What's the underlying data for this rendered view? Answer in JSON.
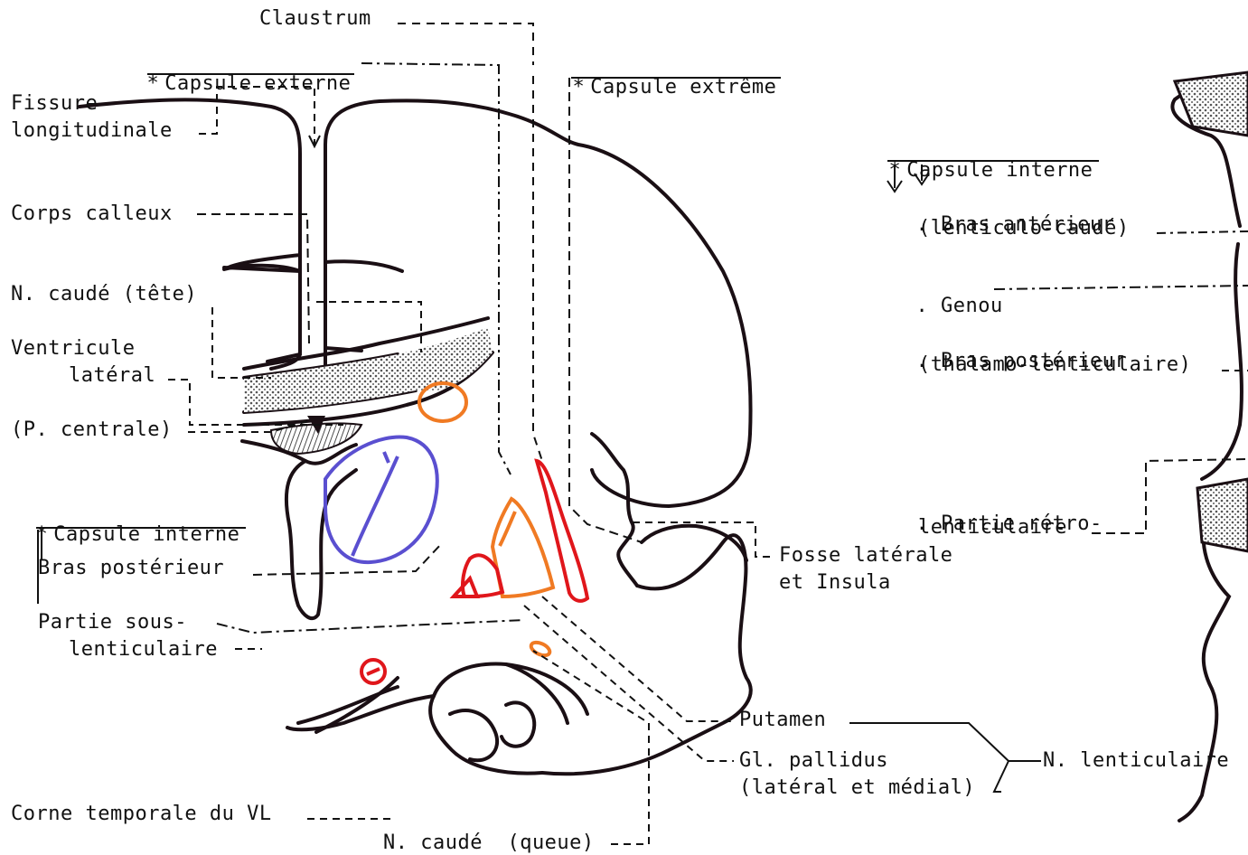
{
  "labels": {
    "claustrum": "Claustrum",
    "capsule_externe": "Capsule externe",
    "capsule_extreme": "Capsule extrême",
    "fissure_1": "Fissure",
    "fissure_2": "longitudinale",
    "corps_calleux": "Corps calleux",
    "n_caude_tete": "N. caudé (tête)",
    "ventricule_1": "Ventricule",
    "ventricule_2": "latéral",
    "p_centrale": "(P. centrale)",
    "capsule_interne_left": "Capsule interne",
    "bras_posterieur_left": "Bras postérieur",
    "partie_sous_1": "Partie sous-",
    "partie_sous_2": "lenticulaire",
    "corne_temporale": "Corne temporale du VL",
    "n_caude_queue": "N. caudé  (queue)",
    "putamen": "Putamen",
    "gl_pallidus_1": "Gl. pallidus",
    "gl_pallidus_2": "(latéral et médial)",
    "n_lenticulaire": "N. lenticulaire",
    "fosse_1": "Fosse latérale",
    "fosse_2": "et Insula",
    "capsule_interne_right": "Capsule interne",
    "bras_anterieur_1": "Bras antérieur",
    "bras_anterieur_2": "(lenticulo-caudé)",
    "genou": "Genou",
    "bras_posterieur_right_1": "Bras postérieur",
    "bras_posterieur_right_2": "(thalamo-lenticulaire)",
    "retro_1": "Partie rétro-",
    "retro_2": "lenticulaire"
  },
  "marks": {
    "asterisk": "*",
    "bullet": "."
  },
  "colors": {
    "outline": "#1a0f14",
    "leader": "#111111",
    "blue": "#5a4fd0",
    "orange": "#f07a23",
    "red": "#e0161b",
    "stipple": "#555555"
  }
}
